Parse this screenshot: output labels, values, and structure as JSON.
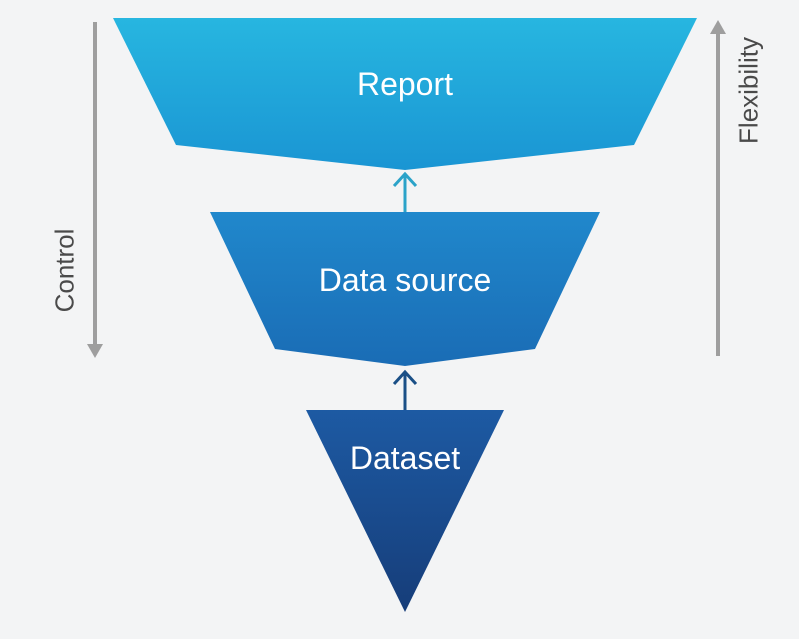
{
  "diagram": {
    "tiers": [
      {
        "label": "Report"
      },
      {
        "label": "Data source"
      },
      {
        "label": "Dataset"
      }
    ],
    "left_axis_label": "Control",
    "right_axis_label": "Flexibility",
    "colors": {
      "report_top": "#27b6e0",
      "report_bottom": "#1a95d3",
      "source_top": "#2088cc",
      "source_bottom": "#1a6cb5",
      "dataset_top": "#1d5aa3",
      "dataset_bottom": "#163d79",
      "arrow_light": "#2ba3c9",
      "arrow_dark": "#1a4f86",
      "axis_arrow": "#9e9e9e",
      "background": "#f3f4f5"
    }
  }
}
